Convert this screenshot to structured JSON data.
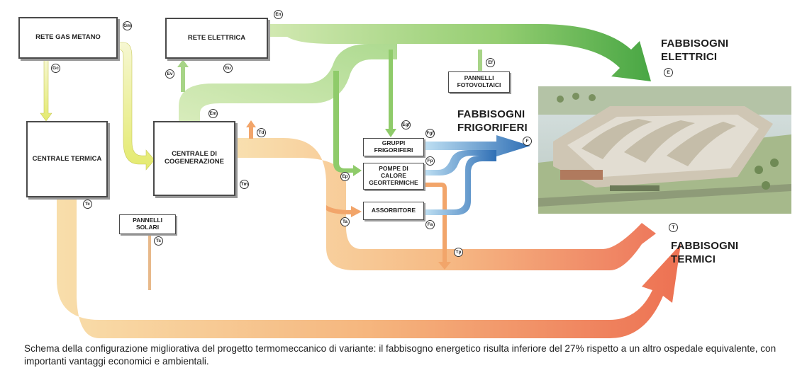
{
  "boxes": {
    "rete_gas": "RETE GAS METANO",
    "rete_elettrica": "RETE ELETTRICA",
    "centrale_termica": "CENTRALE TERMICA",
    "cogenerazione": "CENTRALE DI COGENERAZIONE",
    "pannelli_solari": "PANNELLI SOLARI",
    "pannelli_fotovoltaici": "PANNELLI FOTOVOLTAICI",
    "gruppi_frigoriferi": "GRUPPI FRIGORIFERI",
    "pompe_calore": "POMPE DI CALORE GEORTERMICHE",
    "assorbitore": "ASSORBITORE"
  },
  "tags": {
    "gm": "Gm",
    "gc": "Gc",
    "en": "En",
    "eu": "Eu",
    "ev": "Ev",
    "em": "Em",
    "tc": "Tc",
    "ts": "Ts",
    "td": "Td",
    "tm": "Tm",
    "ef": "Ef",
    "egf": "Egf",
    "fgf": "Fgf",
    "ep": "Ep",
    "fp": "Fp",
    "ta": "Ta",
    "fa": "Fa",
    "tp": "Tp",
    "e": "E",
    "f": "F",
    "t": "T"
  },
  "outputs": {
    "elettrici_1": "FABBISOGNI",
    "elettrici_2": "ELETTRICI",
    "frigoriferi_1": "FABBISOGNI",
    "frigoriferi_2": "FRIGORIFERI",
    "termici_1": "FABBISOGNI",
    "termici_2": "TERMICI"
  },
  "caption": "Schema della configurazione migliorativa del progetto termomeccanico di variante: il fabbisogno energetico risulta inferiore del 27% rispetto a un altro ospedale equivalente, con importanti vantaggi economici e ambientali.",
  "colors": {
    "electric_flow": "#7cc15a",
    "electric_flow_light": "#c8e3a4",
    "thermal_flow_start": "#f4d49a",
    "thermal_flow_end": "#ec6a4a",
    "gas_flow": "#e9ef8a",
    "cold_flow_start": "#a9d3ee",
    "cold_flow_end": "#3c7fc0"
  }
}
